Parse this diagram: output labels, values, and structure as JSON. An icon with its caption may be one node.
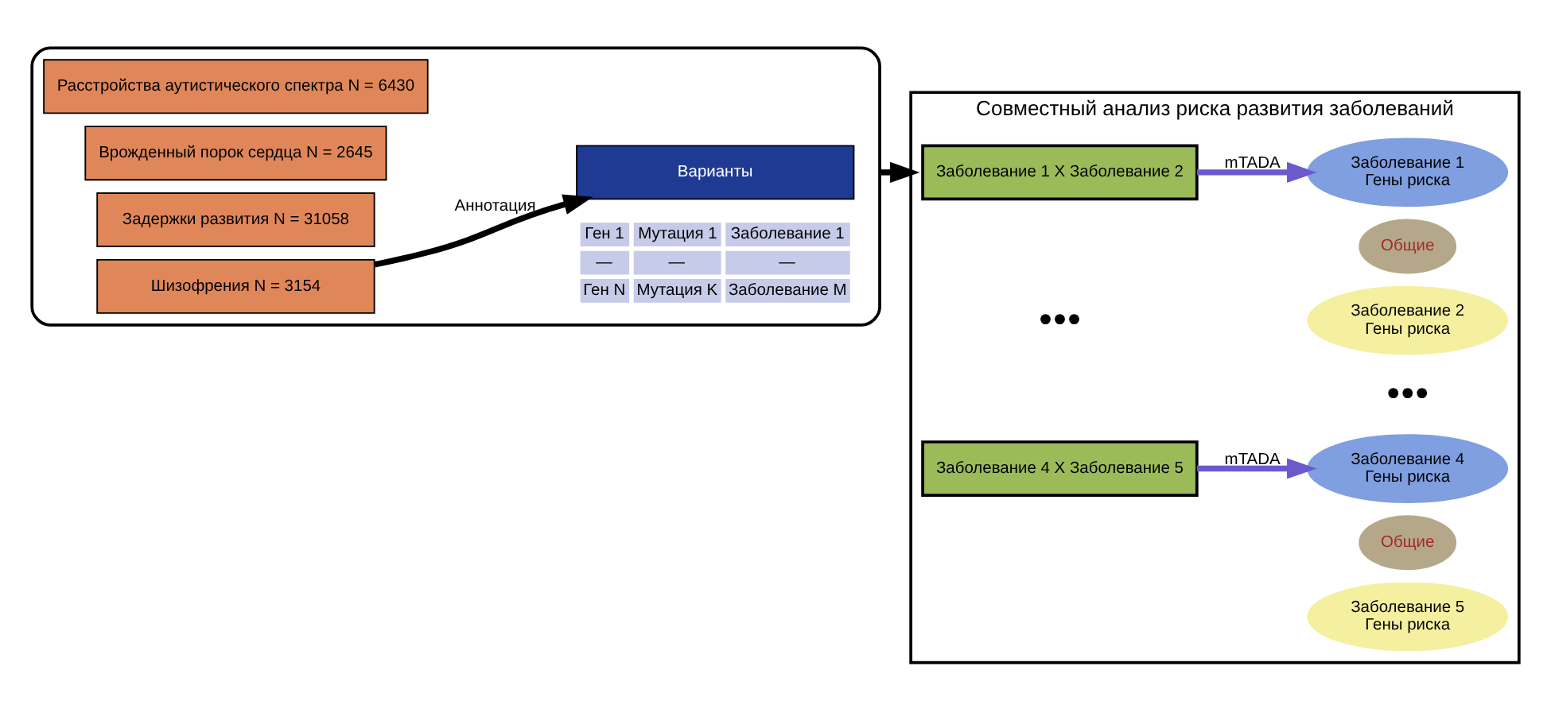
{
  "diagram": {
    "nodes": [
      {
        "text": [],
        "shape": "box"
      },
      {
        "text": [
          "Расстройства аутистического спектра N = 6430"
        ],
        "in": 0
      },
      {
        "text": [
          "Врожденный порок сердца N = 2645"
        ],
        "in": 0
      },
      {
        "text": [
          "Задержки развития N = 31058"
        ],
        "in": 0
      },
      {
        "text": [
          "Шизофрения N = 3154"
        ],
        "in": 0
      },
      {
        "text": [
          "Варианты"
        ],
        "in": 0
      },
      {
        "text": [
          "Совместный анализ риска развития заболеваний"
        ]
      },
      {
        "text": [
          "Заболевание 1 X Заболевание 2"
        ],
        "in": 6
      },
      {
        "text": [
          "Заболевание 1",
          "Гены риска"
        ],
        "in": 6
      },
      {
        "text": [
          "Общие"
        ],
        "in": 6
      },
      {
        "text": [
          "Заболевание 2",
          "Гены риска"
        ],
        "in": 6
      },
      {
        "text": [
          "Заболевание 4 X Заболевание 5"
        ],
        "in": 6
      },
      {
        "text": [
          "Заболевание 4",
          "Гены риска"
        ],
        "in": 6
      },
      {
        "text": [
          "Общие"
        ],
        "in": 6
      },
      {
        "text": [
          "Заболевание 5",
          "Гены риска"
        ],
        "in": 6
      }
    ],
    "edges": [
      {
        "from": 4,
        "to": 5,
        "arrow": "to",
        "label": "Аннотация"
      },
      {
        "from": 0,
        "to": 6,
        "arrow": "to"
      },
      {
        "from": 7,
        "to": 8,
        "arrow": "to",
        "label": "mTADA",
        "color": "#6a5acd"
      },
      {
        "from": 11,
        "to": 12,
        "arrow": "to",
        "label": "mTADA",
        "color": "#6a5acd"
      }
    ],
    "labels": [
      "Ген 1",
      "Мутация 1",
      "Заболевание 1",
      "—",
      "—",
      "—",
      "Ген N",
      "Мутация K",
      "Заболевание M",
      "●●●",
      "●●●"
    ]
  }
}
